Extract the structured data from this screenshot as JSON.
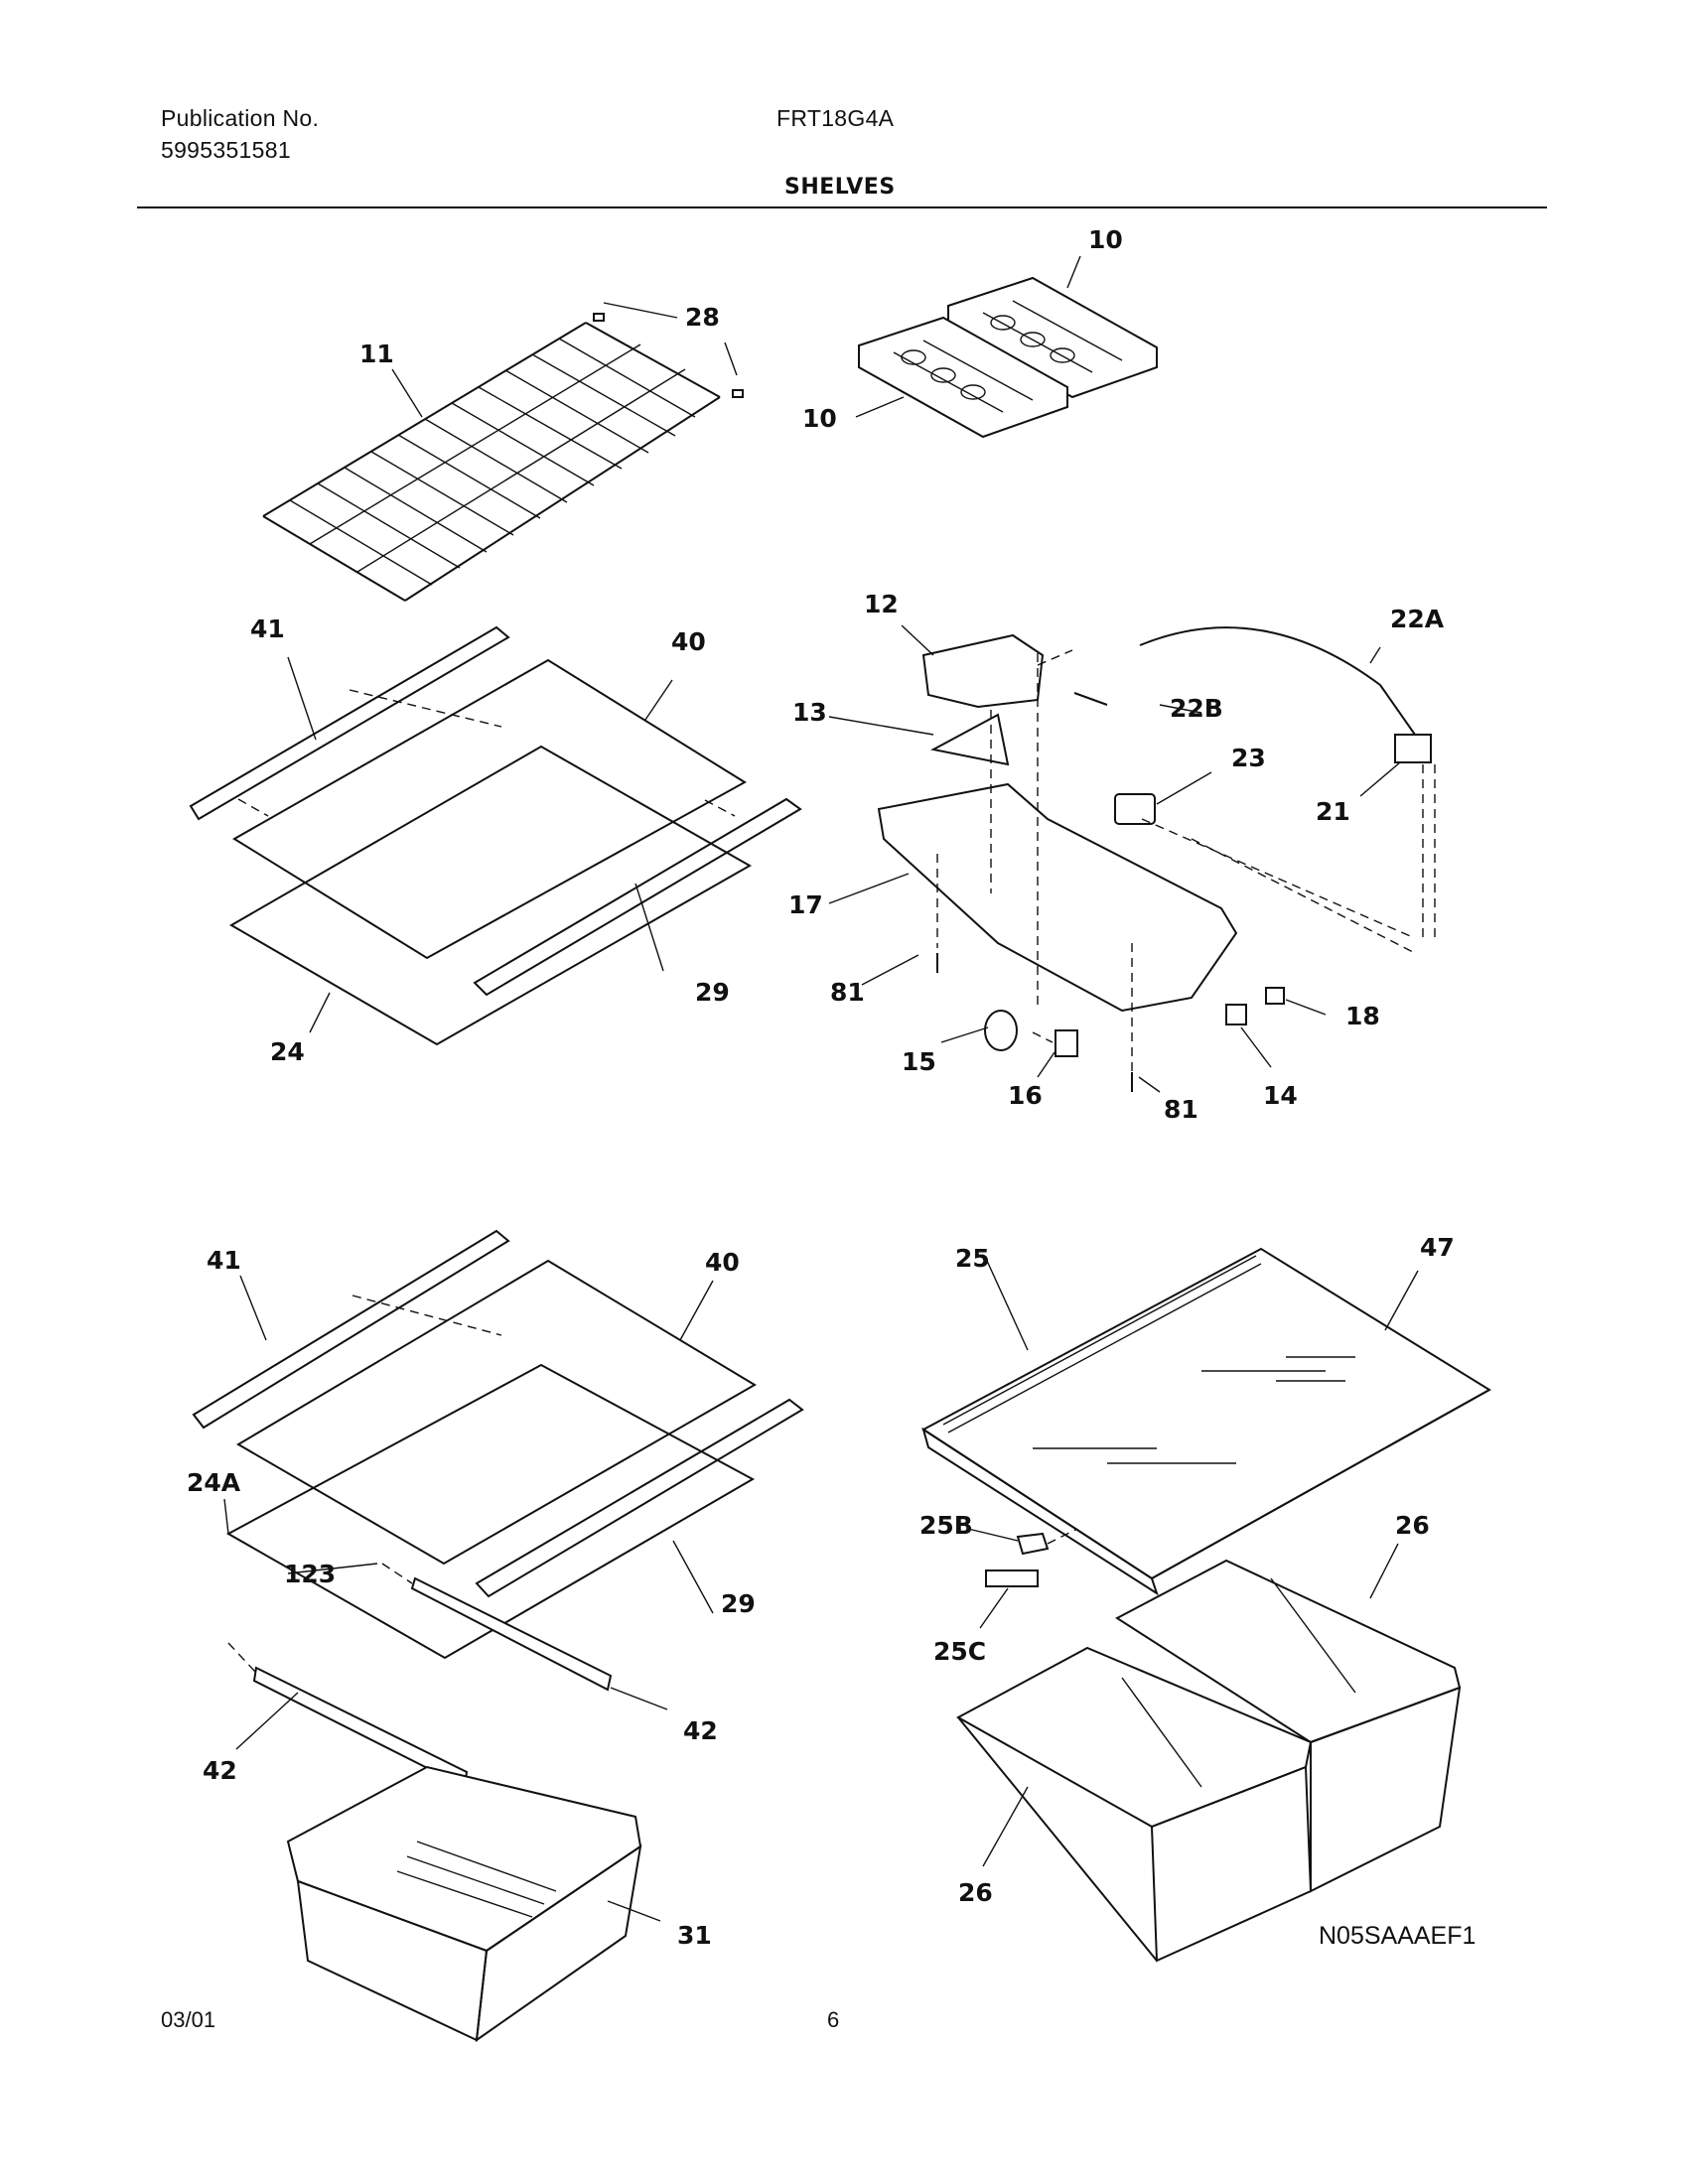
{
  "header": {
    "publication_label": "Publication No.",
    "publication_number": "5995351581",
    "model": "FRT18G4A",
    "section": "SHELVES"
  },
  "footer": {
    "date": "03/01",
    "page": "6"
  },
  "diagram_code": "N05SAAAEF1",
  "callouts": {
    "c10a": "10",
    "c10b": "10",
    "c11": "11",
    "c28": "28",
    "c41a": "41",
    "c40a": "40",
    "c29a": "29",
    "c24": "24",
    "c12": "12",
    "c13": "13",
    "c22a": "22A",
    "c22b": "22B",
    "c23": "23",
    "c21": "21",
    "c17": "17",
    "c81a": "81",
    "c15": "15",
    "c16": "16",
    "c81b": "81",
    "c14": "14",
    "c18": "18",
    "c41b": "41",
    "c40b": "40",
    "c24a": "24A",
    "c123": "123",
    "c29b": "29",
    "c42a": "42",
    "c42b": "42",
    "c31": "31",
    "c25": "25",
    "c47": "47",
    "c25b": "25B",
    "c25c": "25C",
    "c26a": "26",
    "c26b": "26"
  }
}
